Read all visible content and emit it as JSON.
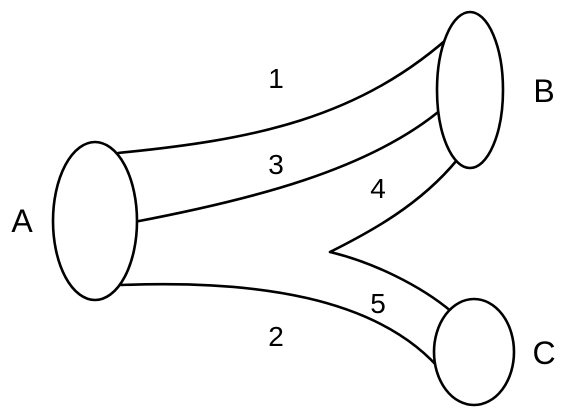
{
  "nodes": [
    {
      "id": "A",
      "label": "A"
    },
    {
      "id": "B",
      "label": "B"
    },
    {
      "id": "C",
      "label": "C"
    }
  ],
  "edges": [
    {
      "label": "1",
      "from": "A",
      "to": "B"
    },
    {
      "label": "3",
      "from": "A",
      "to": "B"
    },
    {
      "label": "4",
      "from": "B",
      "to": "C"
    },
    {
      "label": "5",
      "from": "B",
      "to": "C"
    },
    {
      "label": "2",
      "from": "A",
      "to": "C"
    }
  ],
  "colors": {
    "stroke": "#000000",
    "background": "#ffffff"
  }
}
